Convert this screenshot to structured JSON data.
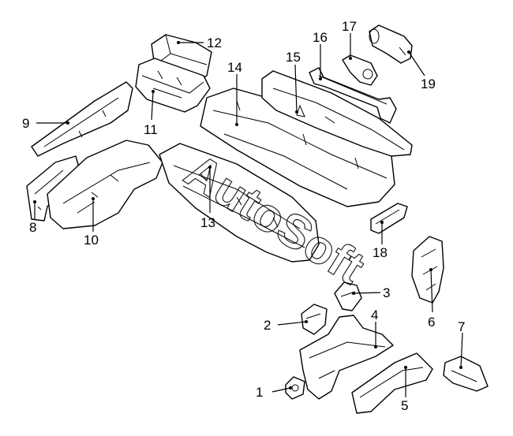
{
  "watermark": "AutoSoft",
  "callouts": [
    {
      "id": "1",
      "label": "1"
    },
    {
      "id": "2",
      "label": "2"
    },
    {
      "id": "3",
      "label": "3"
    },
    {
      "id": "4",
      "label": "4"
    },
    {
      "id": "5",
      "label": "5"
    },
    {
      "id": "6",
      "label": "6"
    },
    {
      "id": "7",
      "label": "7"
    },
    {
      "id": "8",
      "label": "8"
    },
    {
      "id": "9",
      "label": "9"
    },
    {
      "id": "10",
      "label": "10"
    },
    {
      "id": "11",
      "label": "11"
    },
    {
      "id": "12",
      "label": "12"
    },
    {
      "id": "13",
      "label": "13"
    },
    {
      "id": "14",
      "label": "14"
    },
    {
      "id": "15",
      "label": "15"
    },
    {
      "id": "16",
      "label": "16"
    },
    {
      "id": "17",
      "label": "17"
    },
    {
      "id": "18",
      "label": "18"
    },
    {
      "id": "19",
      "label": "19"
    }
  ]
}
